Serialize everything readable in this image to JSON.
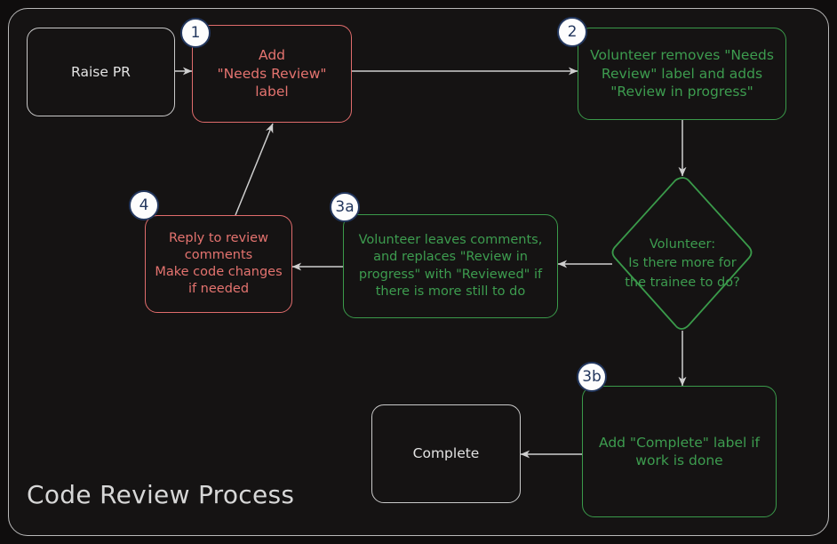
{
  "diagram": {
    "title": "Code Review Process",
    "colors": {
      "background": "#0f0d0d",
      "panel": "#151313",
      "frame_border": "#b9b9b9",
      "neutral": "#c9c9c9",
      "red": "#e4736f",
      "green": "#3d9c4f",
      "badge_fill": "#fdfdfd",
      "badge_border": "#23375e",
      "arrow": "#cfcfcf"
    },
    "nodes": [
      {
        "id": "raise-pr",
        "shape": "rounded-rect",
        "kind": "neutral",
        "text": "Raise PR",
        "badge": null
      },
      {
        "id": "add-needs-review",
        "shape": "rounded-rect",
        "kind": "red",
        "text": "Add\n\"Needs Review\"\nlabel",
        "badge": "1"
      },
      {
        "id": "volunteer-removes",
        "shape": "rounded-rect",
        "kind": "green",
        "text": "Volunteer removes \"Needs\nReview\" label and adds\n\"Review in progress\"",
        "badge": "2"
      },
      {
        "id": "decision-more-work",
        "shape": "diamond",
        "kind": "green",
        "text": "Volunteer:\nIs there more for\nthe trainee to do?",
        "badge": null
      },
      {
        "id": "volunteer-leaves-comments",
        "shape": "rounded-rect",
        "kind": "green",
        "text": "Volunteer leaves comments,\nand replaces \"Review in\nprogress\" with \"Reviewed\" if\nthere is more still to do",
        "badge": "3a"
      },
      {
        "id": "reply-to-review",
        "shape": "rounded-rect",
        "kind": "red",
        "text": "Reply to review\ncomments\nMake code changes\nif needed",
        "badge": "4"
      },
      {
        "id": "add-complete-label",
        "shape": "rounded-rect",
        "kind": "green",
        "text": "Add \"Complete\" label if\nwork is done",
        "badge": "3b"
      },
      {
        "id": "complete",
        "shape": "rounded-rect",
        "kind": "neutral",
        "text": "Complete",
        "badge": null
      }
    ],
    "edges": [
      {
        "from": "raise-pr",
        "to": "add-needs-review",
        "label": ""
      },
      {
        "from": "add-needs-review",
        "to": "volunteer-removes",
        "label": ""
      },
      {
        "from": "volunteer-removes",
        "to": "decision-more-work",
        "label": ""
      },
      {
        "from": "decision-more-work",
        "to": "volunteer-leaves-comments",
        "label": ""
      },
      {
        "from": "volunteer-leaves-comments",
        "to": "reply-to-review",
        "label": ""
      },
      {
        "from": "reply-to-review",
        "to": "add-needs-review",
        "label": ""
      },
      {
        "from": "decision-more-work",
        "to": "add-complete-label",
        "label": ""
      },
      {
        "from": "add-complete-label",
        "to": "complete",
        "label": ""
      }
    ]
  }
}
